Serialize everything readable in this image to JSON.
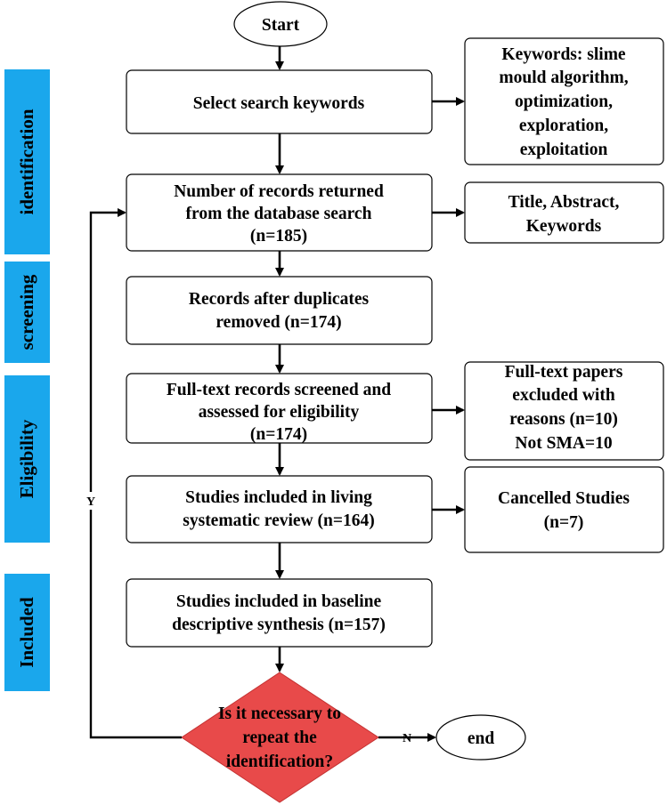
{
  "stages": [
    {
      "label": "identification"
    },
    {
      "label": "screening"
    },
    {
      "label": "Eligibility"
    },
    {
      "label": "Included"
    }
  ],
  "start": {
    "label": "Start"
  },
  "end": {
    "label": "end"
  },
  "main_boxes": [
    {
      "lines": [
        "Select search  keywords"
      ]
    },
    {
      "lines": [
        "Number of records returned",
        "from the database search",
        "(n=185)"
      ]
    },
    {
      "lines": [
        "Records after duplicates",
        "removed (n=174)"
      ]
    },
    {
      "lines": [
        "Full-text records screened and",
        "assessed for eligibility",
        "(n=174)"
      ]
    },
    {
      "lines": [
        "Studies included in living",
        "systematic review (n=164)"
      ]
    },
    {
      "lines": [
        "Studies included in baseline",
        "descriptive synthesis (n=157)"
      ]
    }
  ],
  "side_boxes": [
    {
      "lines": [
        "Keywords: slime",
        "mould algorithm,",
        "optimization,",
        "exploration,",
        "exploitation"
      ]
    },
    {
      "lines": [
        "Title, Abstract,",
        "Keywords"
      ]
    },
    {
      "lines": [
        "Full-text papers",
        "excluded with",
        "reasons (n=10)",
        "Not SMA=10"
      ]
    },
    {
      "lines": [
        "Cancelled Studies",
        "(n=7)"
      ]
    }
  ],
  "decision": {
    "lines": [
      "Is it necessary to",
      "repeat the",
      "identification?"
    ]
  },
  "edge_labels": {
    "yes": "Y",
    "no": "N"
  },
  "colors": {
    "stage_bar": "#1aa7ec",
    "decision_fill": "#e84a4a"
  }
}
